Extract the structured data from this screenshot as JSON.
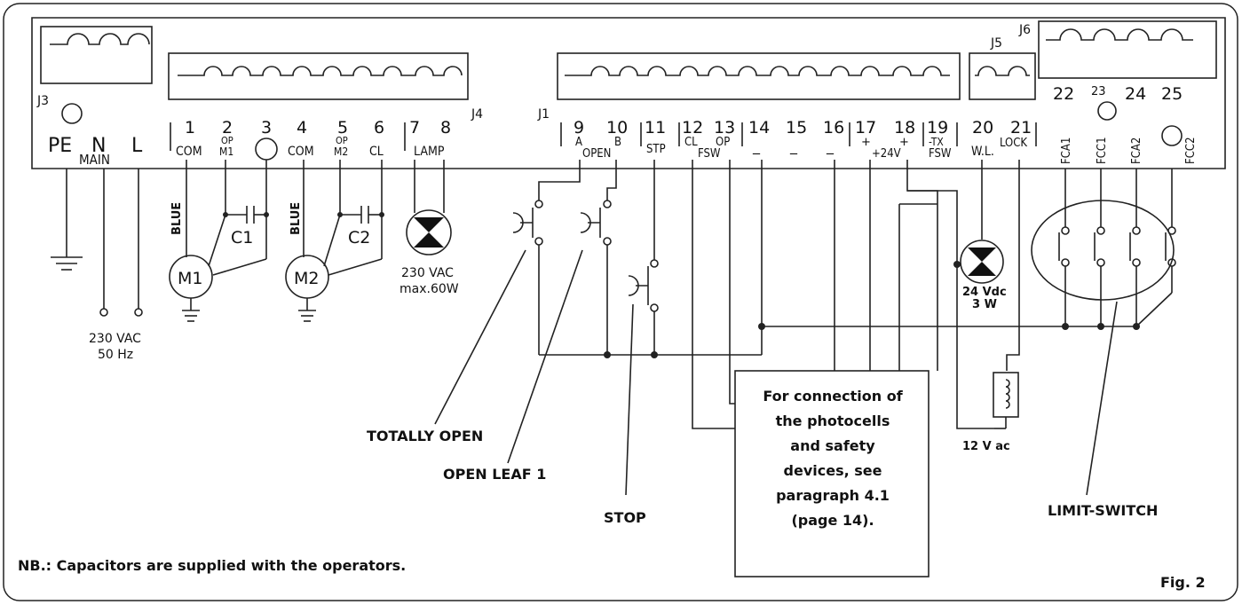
{
  "main": {
    "block_ids": {
      "j3": "J3",
      "j4": "J4",
      "j1": "J1",
      "j5": "J5",
      "j6": "J6"
    },
    "j3_terms": [
      "PE",
      "N",
      "L"
    ],
    "main_label": "MAIN",
    "j4_nums": [
      "1",
      "2",
      "3",
      "4",
      "5",
      "6",
      "7",
      "8"
    ],
    "j4_com1": "COM",
    "j4_op1": "OP",
    "j4_m1": "M1",
    "j4_com2": "COM",
    "j4_op2": "OP",
    "j4_m2": "M2",
    "j4_cl": "CL",
    "j4_lamp": "LAMP",
    "j1_nums": [
      "9",
      "10",
      "11",
      "12",
      "13",
      "14",
      "15",
      "16",
      "17",
      "18",
      "19"
    ],
    "j1_a": "A",
    "j1_b": "B",
    "j1_open": "OPEN",
    "j1_stp": "STP",
    "j1_cl": "CL",
    "j1_op": "OP",
    "j1_fsw": "FSW",
    "j1_dash": "_",
    "j1_plus": "+",
    "j1_24v": "+24V",
    "j1_tx": "-TX",
    "j1_fsw2": "FSW",
    "j5_nums": [
      "20",
      "21"
    ],
    "j5_wl": "W.L.",
    "j5_lock": "LOCK",
    "j6_nums": [
      "22",
      "23",
      "24",
      "25"
    ],
    "j6_labels": [
      "FCA1",
      "FCC1",
      "FCA2",
      "FCC2"
    ],
    "blue": "BLUE",
    "motors": [
      "M1",
      "M2"
    ],
    "caps": [
      "C1",
      "C2"
    ],
    "supply": [
      "230 VAC",
      "50 Hz"
    ],
    "lamp": [
      "230 VAC",
      "max.60W"
    ],
    "wl_lamp": [
      "24 Vdc",
      "3 W"
    ],
    "lock_label": "12 V ac",
    "callouts": {
      "totally_open": "TOTALLY OPEN",
      "open_leaf": "OPEN LEAF 1",
      "stop": "STOP",
      "limit": "LIMIT-SWITCH"
    },
    "note_lines": [
      "For connection of",
      "the photocells",
      "and safety",
      "devices, see",
      "paragraph 4.1",
      "(page 14)."
    ],
    "footnote": "NB.: Capacitors are supplied with the operators.",
    "figure": "Fig. 2"
  }
}
